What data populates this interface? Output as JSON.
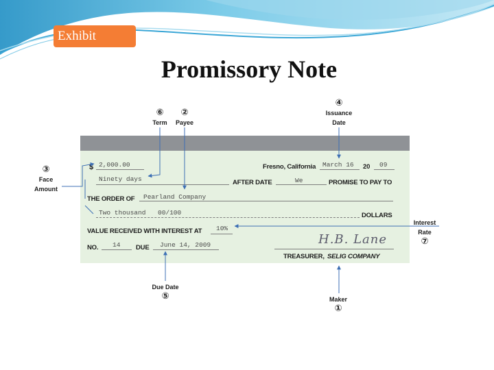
{
  "header": {
    "tag": "Exhibit",
    "title": "Promissory Note"
  },
  "note": {
    "dollar_sign": "$",
    "amount": "2,000.00",
    "place": "Fresno, California",
    "date": "March 16",
    "year_prefix": "20",
    "year": "09",
    "term": "Ninety days",
    "after_date": "AFTER DATE",
    "promisor": "We",
    "promise_to_pay": "PROMISE TO PAY TO",
    "the_order_of": "THE ORDER OF",
    "payee": "Pearland Company",
    "amount_words": "Two thousand",
    "cents": "00/100",
    "dollars": "DOLLARS",
    "value_received": "VALUE RECEIVED WITH INTEREST AT",
    "rate": "10%",
    "no_label": "NO.",
    "no_value": "14",
    "due_label": "DUE",
    "due_value": "June 14, 2009",
    "signature": "H.B. Lane",
    "signer_title": "TREASURER,",
    "company": "SELIG COMPANY"
  },
  "callouts": {
    "maker": {
      "number": "①",
      "label": "Maker"
    },
    "payee": {
      "number": "②",
      "label": "Payee"
    },
    "face_amount": {
      "number": "③",
      "label_1": "Face",
      "label_2": "Amount"
    },
    "issuance_date": {
      "number": "④",
      "label_1": "Issuance",
      "label_2": "Date"
    },
    "due_date": {
      "number": "⑤",
      "label": "Due Date"
    },
    "term": {
      "number": "⑥",
      "label": "Term"
    },
    "interest_rate": {
      "number": "⑦",
      "label_1": "Interest",
      "label_2": "Rate"
    }
  },
  "colors": {
    "exhibit_tag": "#f47d34",
    "note_background": "#e6f1e1",
    "note_band": "#8f9296",
    "arrow": "#3d6fb4",
    "swoosh": "#4fb3d9"
  }
}
